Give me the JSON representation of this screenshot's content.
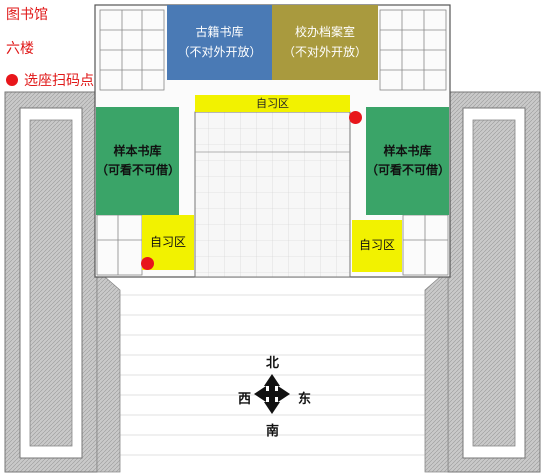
{
  "legend": {
    "line1": "图书馆",
    "line2": "六楼",
    "dot_label": "选座扫码点",
    "dot_color": "#e8161b"
  },
  "zones": {
    "ancient_books": {
      "name": "古籍书库",
      "note": "（不对外开放）",
      "color": "#4a7ab5"
    },
    "archives": {
      "name": "校办档案室",
      "note": "（不对外开放）",
      "color": "#a99a3e"
    },
    "study_top": {
      "name": "自习区",
      "color": "#f2f200"
    },
    "sample_left": {
      "name": "样本书库",
      "note": "（可看不可借）",
      "color": "#3aa468"
    },
    "sample_right": {
      "name": "样本书库",
      "note": "（可看不可借）",
      "color": "#3aa468"
    },
    "study_left": {
      "name": "自习区",
      "color": "#f2f200"
    },
    "study_right": {
      "name": "自习区",
      "color": "#f2f200"
    }
  },
  "compass": {
    "north": "北",
    "south": "南",
    "west": "西",
    "east": "东"
  }
}
